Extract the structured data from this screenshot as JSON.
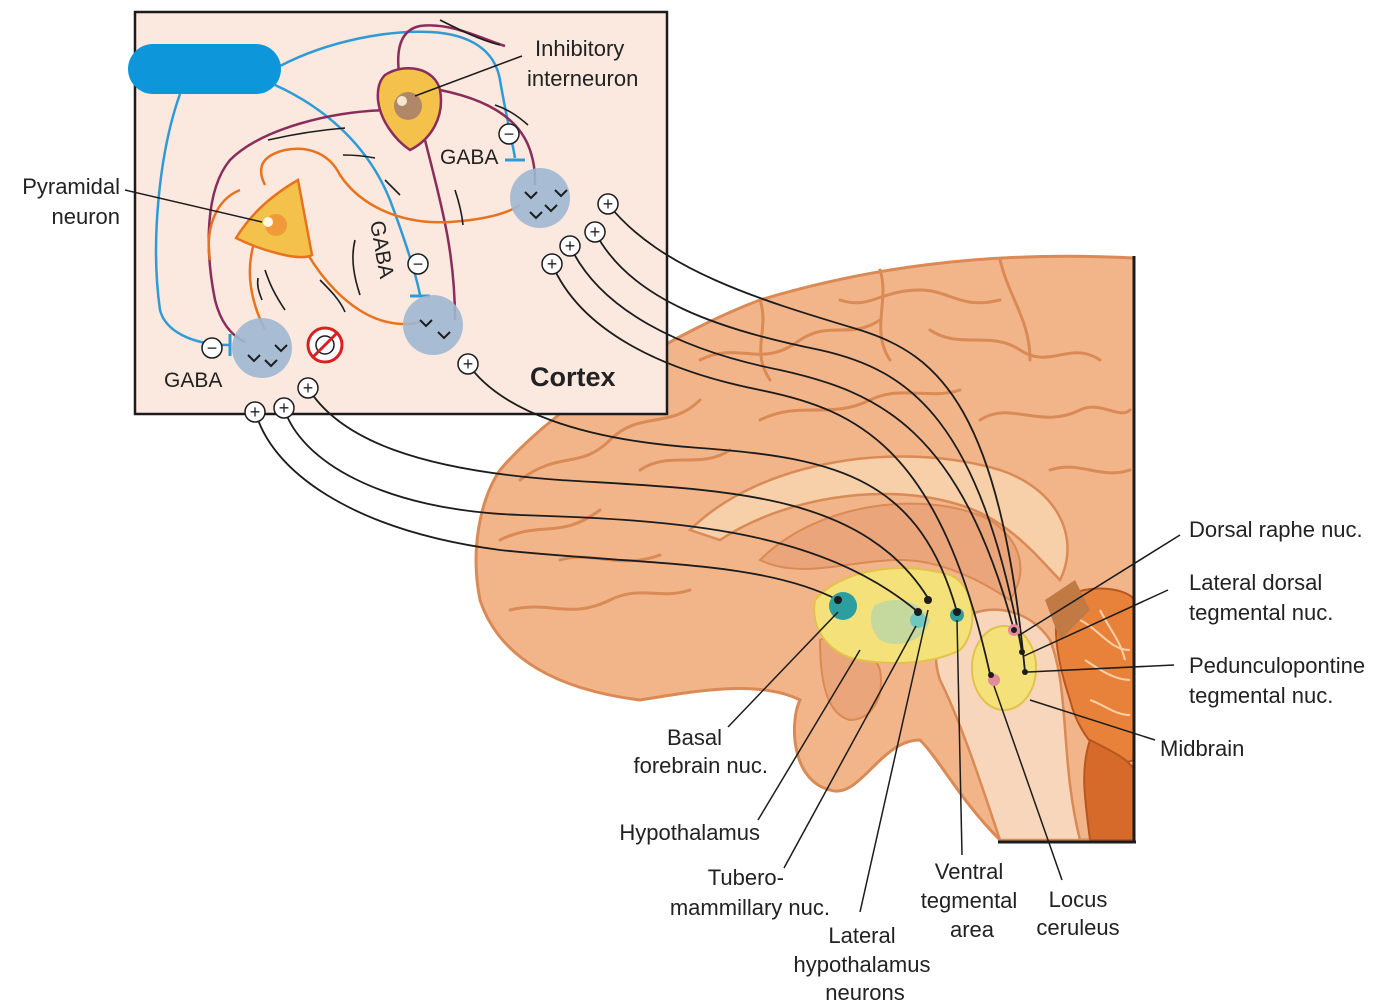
{
  "cortex_box": {
    "title": "Cortex",
    "gaba_labels": [
      "GABA",
      "GABA",
      "GABA"
    ],
    "inhibitory_interneuron": [
      "Inhibitory",
      "interneuron"
    ],
    "pyramidal_neuron": [
      "Pyramidal",
      "neuron"
    ]
  },
  "synapse_signs": {
    "excitatory": "+",
    "inhibitory": "−"
  },
  "brain_labels": {
    "dorsal_raphe": [
      "Dorsal raphe nuc."
    ],
    "lateral_dorsal_tegmental": [
      "Lateral dorsal",
      "tegmental nuc."
    ],
    "pedunculopontine": [
      "Pedunculopontine",
      "tegmental nuc."
    ],
    "midbrain": [
      "Midbrain"
    ],
    "basal_forebrain": [
      "Basal",
      "forebrain nuc."
    ],
    "hypothalamus": [
      "Hypothalamus"
    ],
    "tuberomammillary": [
      "Tubero-",
      "mammillary nuc."
    ],
    "lateral_hypothalamus": [
      "Lateral",
      "hypothalamus",
      "neurons"
    ],
    "ventral_tegmental": [
      "Ventral",
      "tegmental",
      "area"
    ],
    "locus_ceruleus": [
      "Locus",
      "ceruleus"
    ]
  },
  "colors": {
    "cortex_bg": "#fbe8df",
    "brain": "#f2b58a",
    "brain_dark": "#d98a55",
    "axon_black": "#1c1c1c",
    "gaba_blue": "#2f9bd6",
    "pyramidal_orange": "#e8731f",
    "interneuron_purple": "#8a2d5c",
    "synapse_blue": "#9fb8d1",
    "nucleus_yellow": "#f4e17a",
    "block_red": "#d92020"
  }
}
